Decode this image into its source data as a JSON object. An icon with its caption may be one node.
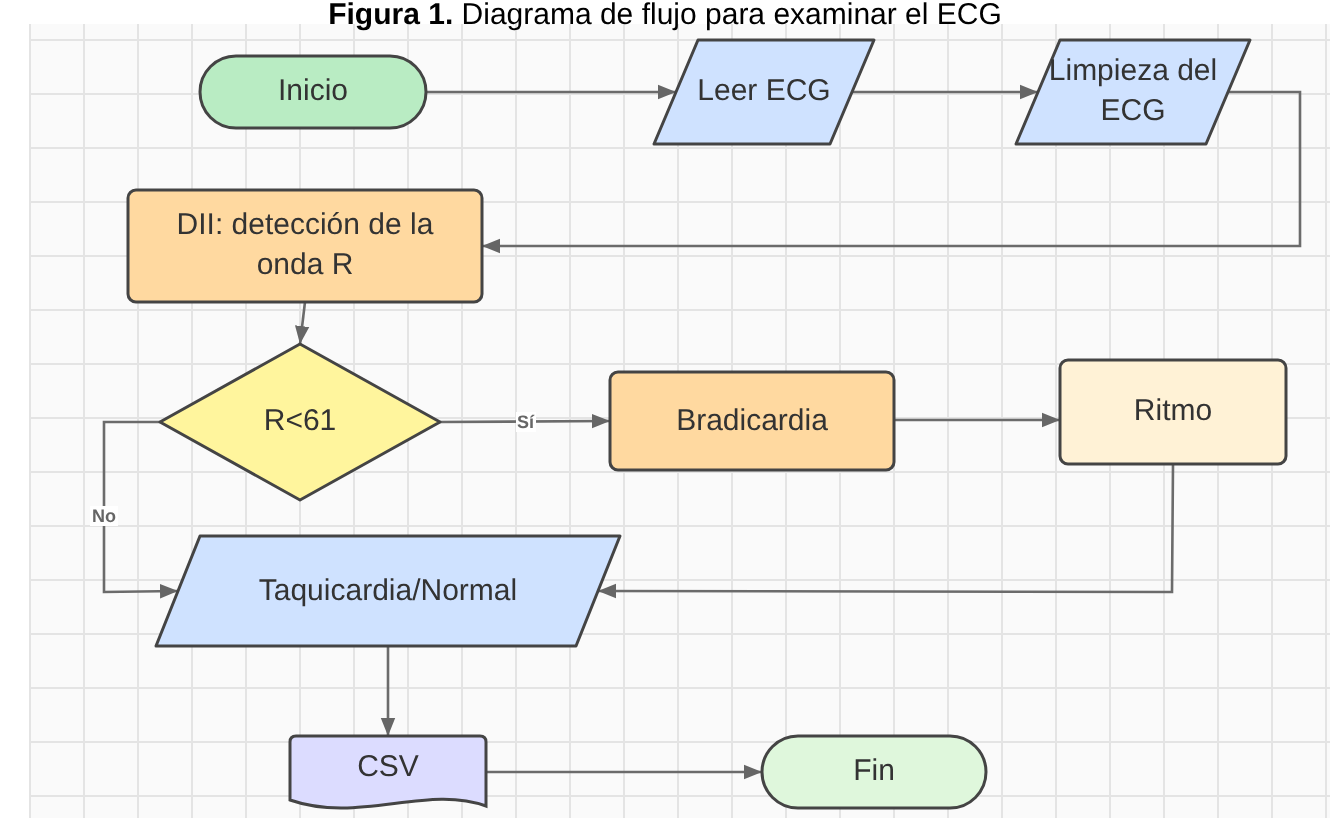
{
  "diagram": {
    "title": "**Figura 1.** Diagrama de flujo para examinar el ECG",
    "nodes": [
      {
        "text": [
          "Inicio"
        ]
      },
      {
        "text": [
          "Leer ECG"
        ]
      },
      {
        "text": [
          "Limpieza del ECG"
        ]
      },
      {
        "text": [
          "DII: detección de la onda R"
        ]
      },
      {
        "text": [
          "R<61"
        ]
      },
      {
        "text": [
          "Bradicardia"
        ]
      },
      {
        "text": [
          "Ritmo"
        ]
      },
      {
        "text": [
          "Taquicardia/Normal"
        ]
      },
      {
        "text": [
          "CSV"
        ]
      },
      {
        "text": [
          "Fin"
        ]
      }
    ],
    "edges": [
      {
        "from": 0,
        "to": 1,
        "arrow": "to"
      },
      {
        "from": 1,
        "to": 2,
        "arrow": "to"
      },
      {
        "from": 2,
        "to": 3,
        "arrow": "to"
      },
      {
        "from": 3,
        "to": 4,
        "arrow": "to"
      },
      {
        "from": 4,
        "to": 5,
        "arrow": "to",
        "label": "Sí"
      },
      {
        "from": 5,
        "to": 6,
        "arrow": "to"
      },
      {
        "from": 4,
        "to": 7,
        "arrow": "to",
        "label": "No"
      },
      {
        "from": 6,
        "to": 7,
        "arrow": "to"
      },
      {
        "from": 7,
        "to": 8,
        "arrow": "to"
      },
      {
        "from": 8,
        "to": 9,
        "arrow": "to"
      }
    ]
  }
}
